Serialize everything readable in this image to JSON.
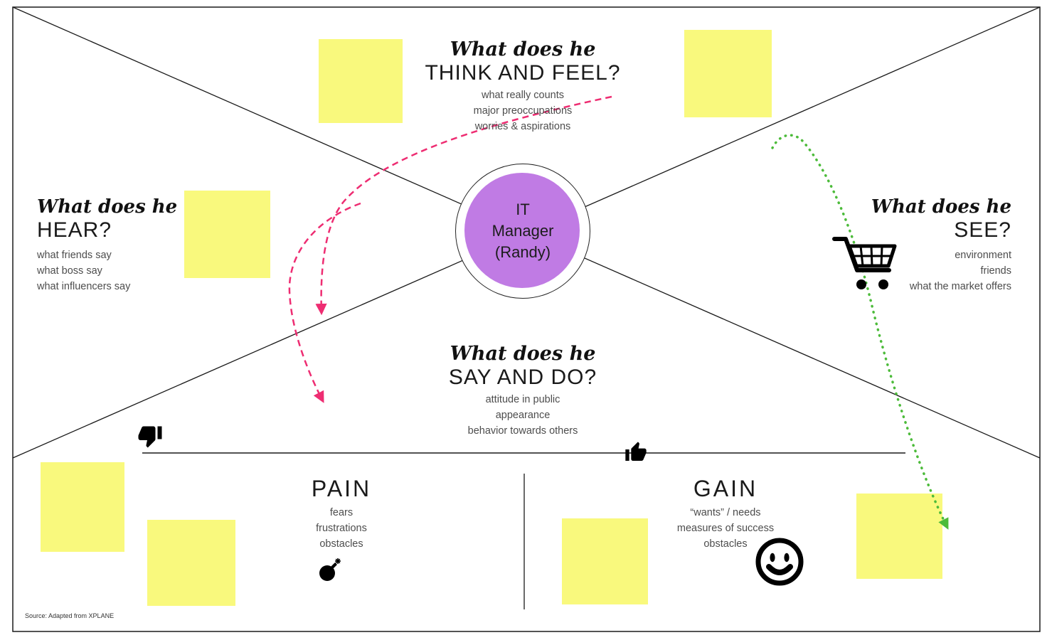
{
  "canvas": {
    "source_note": "Source: Adapted from XPLANE"
  },
  "persona": {
    "label": "IT\nManager\n(Randy)"
  },
  "quadrants": {
    "think": {
      "pre": "What does he",
      "title": "THINK AND FEEL?",
      "items": [
        "what really counts",
        "major preoccupations",
        "worries & aspirations"
      ]
    },
    "hear": {
      "pre": "What does he",
      "title": "HEAR?",
      "items": [
        "what friends say",
        "what boss say",
        "what influencers say"
      ]
    },
    "see": {
      "pre": "What does he",
      "title": "SEE?",
      "items": [
        "environment",
        "friends",
        "what the market offers"
      ]
    },
    "say": {
      "pre": "What does he",
      "title": "SAY AND DO?",
      "items": [
        "attitude in public",
        "appearance",
        "behavior towards others"
      ]
    }
  },
  "bottom": {
    "pain": {
      "title": "PAIN",
      "items": [
        "fears",
        "frustrations",
        "obstacles"
      ]
    },
    "gain": {
      "title": "GAIN",
      "items": [
        "“wants” / needs",
        "measures of success",
        "obstacles"
      ]
    }
  },
  "icons": {
    "cart": "shopping-cart-icon",
    "thumbs_down": "thumbs-down-icon",
    "thumbs_up": "thumbs-up-icon",
    "bomb": "bomb-icon",
    "smiley": "smiley-face-icon"
  },
  "colors": {
    "sticky_yellow": "#f9f97d",
    "persona_purple": "#c07be4",
    "arrow_pink": "#ee2d72",
    "arrow_green": "#4cbb3a"
  }
}
